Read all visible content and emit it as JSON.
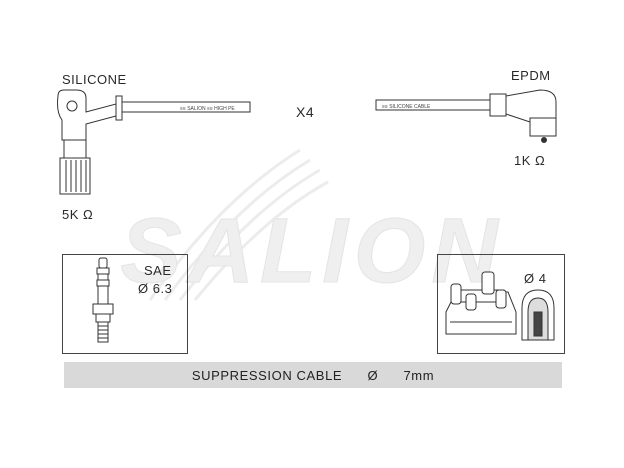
{
  "left_cable": {
    "insulation_label": "SILICONE",
    "resistance_label": "5K Ω",
    "print_text": "≡≡ SALION ≡≡ HIGH PE"
  },
  "right_cable": {
    "insulation_label": "EPDM",
    "resistance_label": "1K Ω",
    "print_text": "≡≡ SILICONE CABLE"
  },
  "quantity_label": "X4",
  "watermark_text": "SALION",
  "spark_plug_box": {
    "standard_label": "SAE",
    "diameter_label": "Ø 6.3"
  },
  "distributor_box": {
    "diameter_label": "Ø 4"
  },
  "footer": {
    "cable_type": "SUPPRESSION CABLE",
    "diameter_symbol": "Ø",
    "diameter_value": "7mm"
  }
}
